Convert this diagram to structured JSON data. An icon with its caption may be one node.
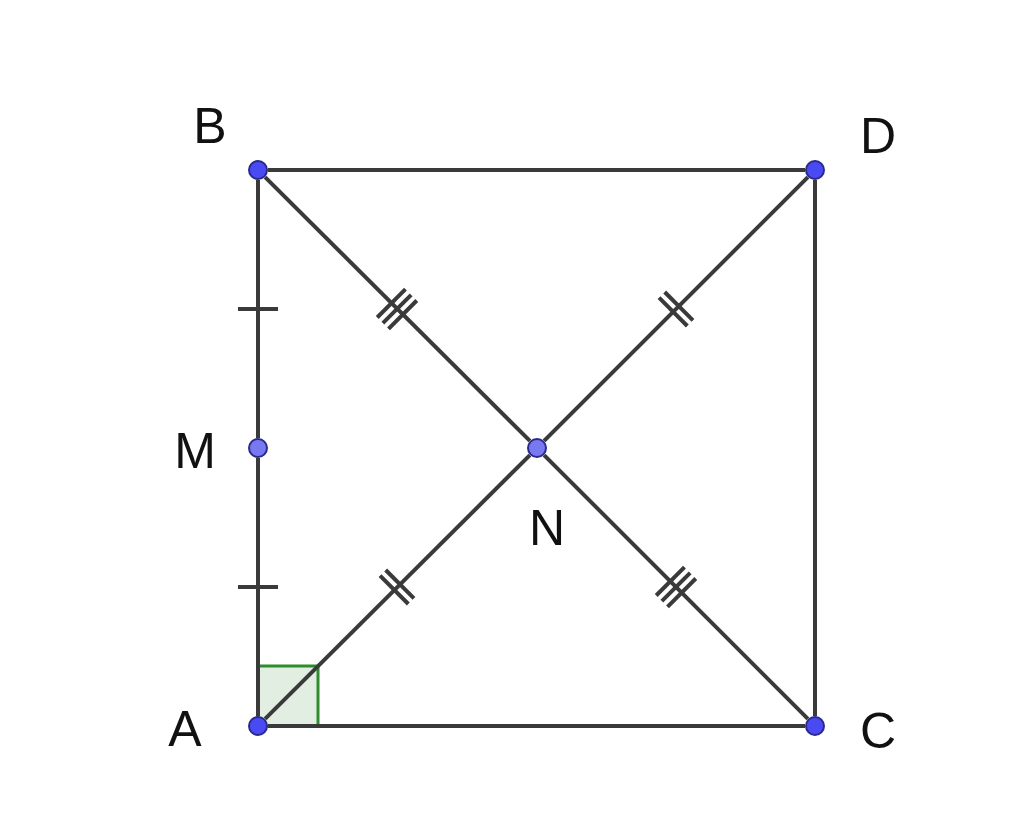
{
  "diagram": {
    "nodes": [
      {
        "text": [],
        "shape": "circle",
        "beside": [
          "B"
        ]
      },
      {
        "text": [],
        "shape": "circle",
        "beside": [
          "D"
        ]
      },
      {
        "text": [],
        "shape": "circle",
        "beside": [
          "M"
        ]
      },
      {
        "text": [],
        "shape": "circle",
        "beside": [
          "N"
        ]
      },
      {
        "text": [],
        "shape": "circle",
        "beside": [
          "A"
        ]
      },
      {
        "text": [],
        "shape": "circle",
        "beside": [
          "C"
        ]
      }
    ],
    "edges": [
      {
        "from": 0,
        "to": 1,
        "arrow": "none"
      },
      {
        "from": 0,
        "to": 2,
        "arrow": "none"
      },
      {
        "from": 2,
        "to": 4,
        "arrow": "none"
      },
      {
        "from": 4,
        "to": 5,
        "arrow": "none"
      },
      {
        "from": 1,
        "to": 5,
        "arrow": "none"
      },
      {
        "from": 0,
        "to": 3,
        "arrow": "none"
      },
      {
        "from": 3,
        "to": 5,
        "arrow": "none"
      },
      {
        "from": 4,
        "to": 3,
        "arrow": "none"
      },
      {
        "from": 3,
        "to": 1,
        "arrow": "none"
      }
    ]
  }
}
